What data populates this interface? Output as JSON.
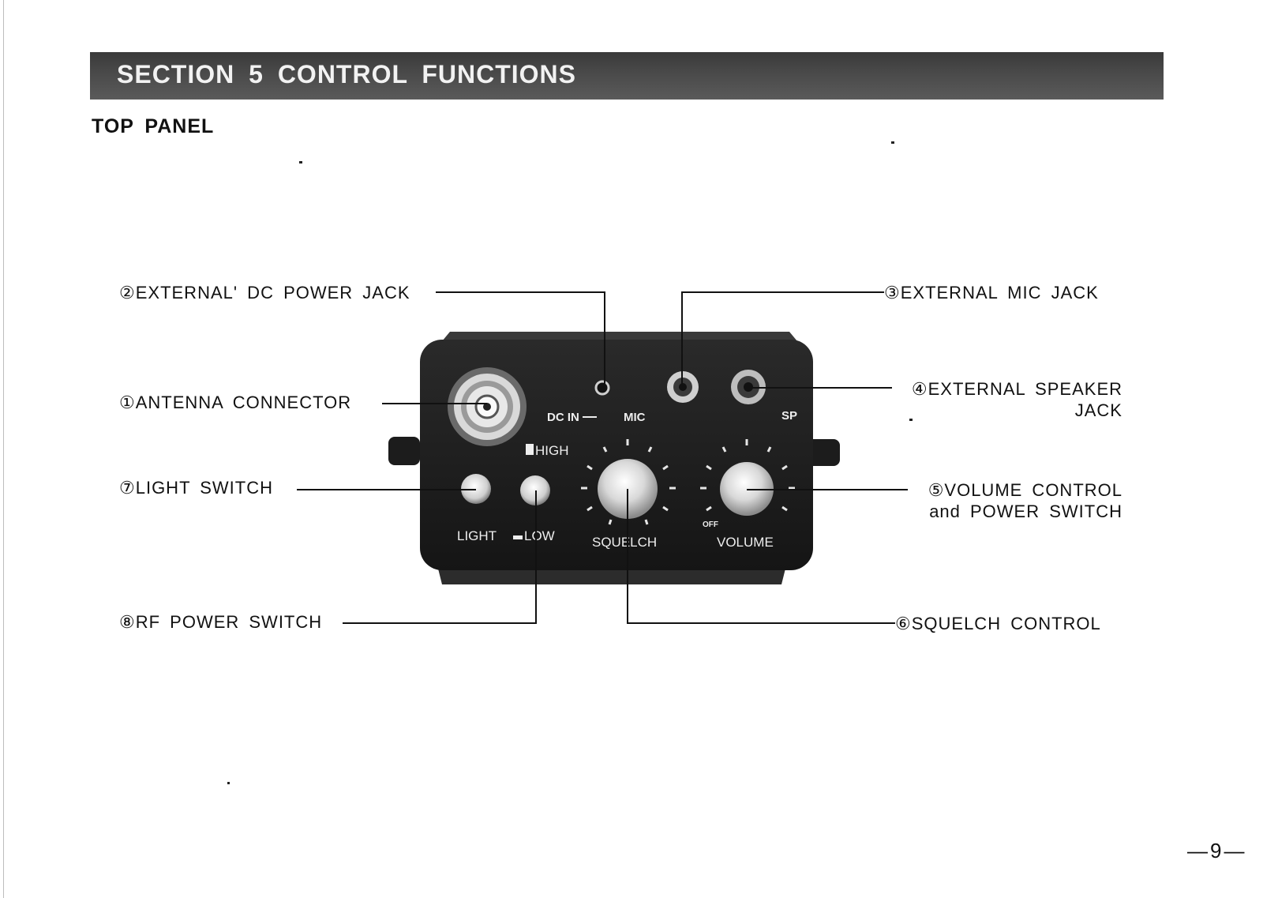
{
  "section": {
    "title": "SECTION 5 CONTROL FUNCTIONS"
  },
  "heading": "TOP PANEL",
  "callouts": {
    "antenna": "①ANTENNA CONNECTOR",
    "dc_power": "②EXTERNAL' DC POWER JACK",
    "mic": "③EXTERNAL MIC JACK",
    "speaker_line1": "④EXTERNAL SPEAKER",
    "speaker_line2": "JACK",
    "volume_line1": "⑤VOLUME CONTROL",
    "volume_line2": "and POWER SWITCH",
    "squelch": "⑥SQUELCH CONTROL",
    "light": "⑦LIGHT SWITCH",
    "rf_power": "⑧RF POWER SWITCH"
  },
  "panel_labels": {
    "dc_in": "DC IN",
    "mic": "MIC",
    "sp": "SP",
    "high": "HIGH",
    "light": "LIGHT",
    "low": "LOW",
    "squelch": "SQUELCH",
    "volume": "VOLUME",
    "off": "OFF"
  },
  "page_number": "—9—"
}
